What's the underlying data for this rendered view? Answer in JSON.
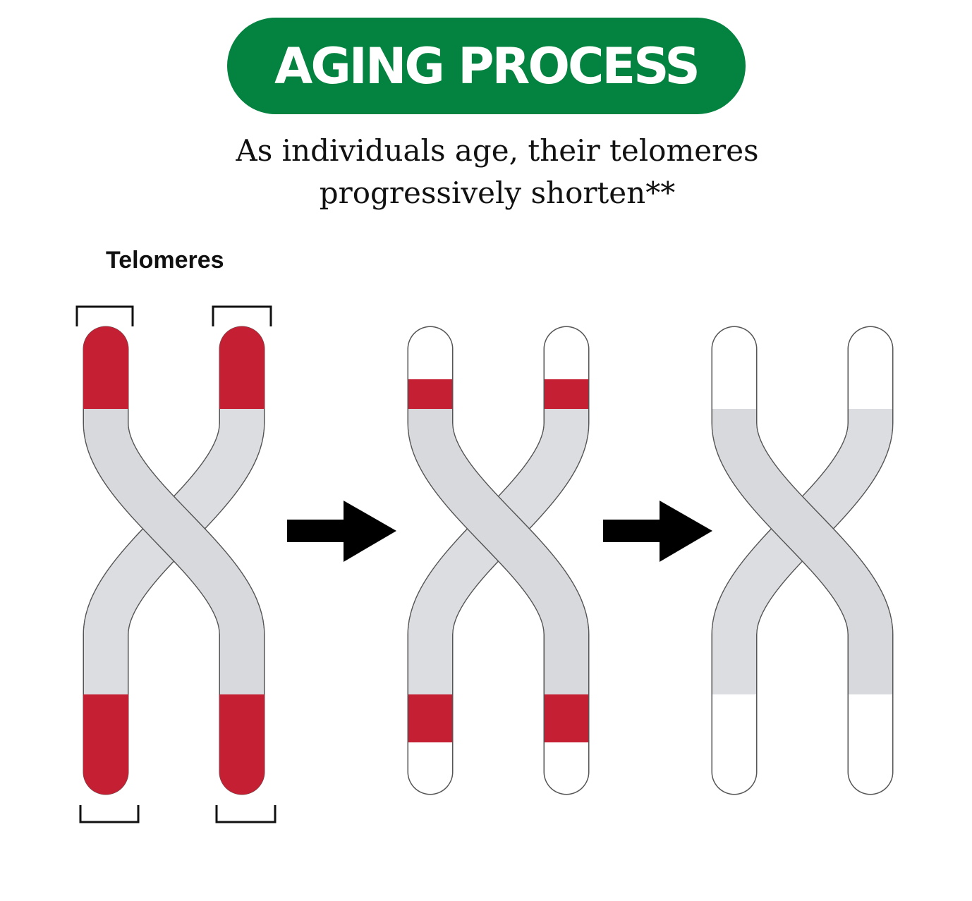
{
  "title": "AGING PROCESS",
  "subtitle_line1": "As individuals age, their telomeres",
  "subtitle_line2": "progressively shorten**",
  "label": "Telomeres",
  "colors": {
    "title_bg": "#03833f",
    "telomere": "#c41f32",
    "chromosome": "#dcdde1"
  },
  "stages": [
    {
      "name": "full-telomeres"
    },
    {
      "name": "shortened-telomeres"
    },
    {
      "name": "no-telomeres"
    }
  ]
}
